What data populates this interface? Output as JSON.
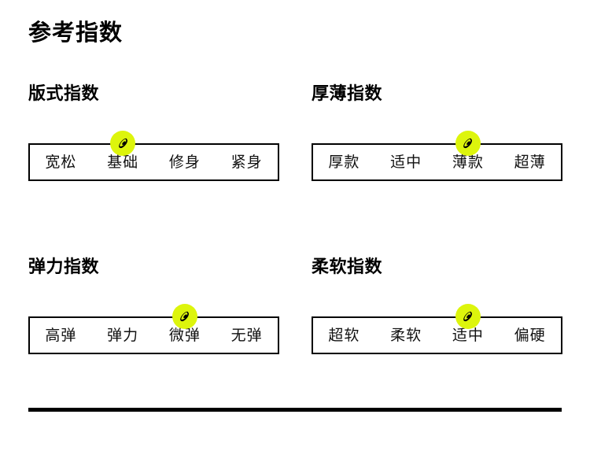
{
  "page": {
    "title": "参考指数",
    "accent_color": "#ddf50c",
    "ink_color": "#000000",
    "background_color": "#ffffff"
  },
  "marker": {
    "icon": "asics-spiral-logo-icon",
    "shape": "circle",
    "fill": "#ddf50c",
    "glyph_color": "#000000"
  },
  "sections": [
    {
      "id": "fit-index",
      "title": "版式指数",
      "options": [
        "宽松",
        "基础",
        "修身",
        "紧身"
      ],
      "selected_index": 1,
      "selected_label": "基础"
    },
    {
      "id": "thickness-index",
      "title": "厚薄指数",
      "options": [
        "厚款",
        "适中",
        "薄款",
        "超薄"
      ],
      "selected_index": 2,
      "selected_label": "薄款"
    },
    {
      "id": "elasticity-index",
      "title": "弹力指数",
      "options": [
        "高弹",
        "弹力",
        "微弹",
        "无弹"
      ],
      "selected_index": 2,
      "selected_label": "微弹"
    },
    {
      "id": "softness-index",
      "title": "柔软指数",
      "options": [
        "超软",
        "柔软",
        "适中",
        "偏硬"
      ],
      "selected_index": 2,
      "selected_label": "适中"
    }
  ],
  "divider": {
    "name": "bottom-rule"
  }
}
